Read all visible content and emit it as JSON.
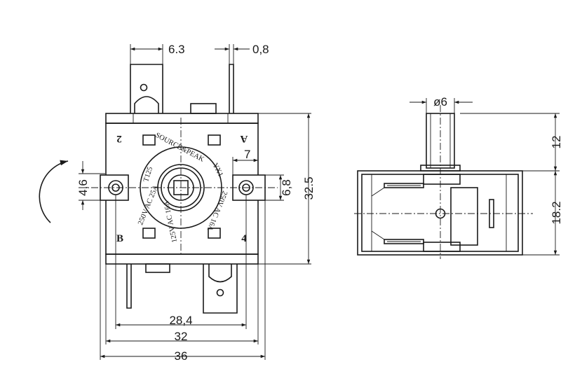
{
  "front_view": {
    "dims": {
      "terminal_width": "6.3",
      "pin_thickness": "0,8",
      "pin_offset": "7",
      "hole_spacing": "4,6",
      "bracket_height": "6,8",
      "body_height": "32.5",
      "hole_pitch": "28,4",
      "body_width": "32",
      "overall_width": "36"
    },
    "position_labels": {
      "top_left": "2",
      "top_right": "A",
      "bottom_left": "B",
      "bottom_right": "4"
    },
    "ring_text": [
      "SOURCE&PEAK",
      "YX1",
      "250V AC 16A",
      "125V AC 16A",
      "250V AC 25A",
      "T125"
    ]
  },
  "side_view": {
    "dims": {
      "shaft_diameter": "ø6",
      "shaft_height": "12",
      "body_height": "18.2"
    }
  }
}
